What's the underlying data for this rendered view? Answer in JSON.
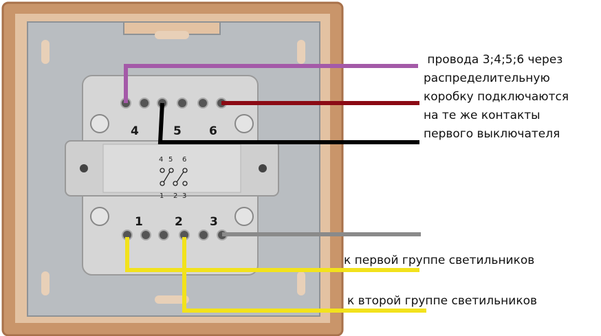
{
  "terminals": {
    "top": [
      "4",
      "5",
      "6"
    ],
    "bottom": [
      "1",
      "2",
      "3"
    ]
  },
  "schematic": {
    "top": [
      "4",
      "5",
      "6"
    ],
    "bottom": [
      "1",
      "2",
      "3"
    ]
  },
  "annotation": {
    "lines": [
      " провода 3;4;5;6 через",
      "распределительную",
      "коробку подключаются",
      "на те же контакты",
      "первого выключателя"
    ],
    "first_group": "к первой группе светильников",
    "second_group": "к второй группе светильников"
  },
  "colors": {
    "frame": "#c9956a",
    "plate": "#b8bcc0",
    "body": "#d9d9d9",
    "wire_purple": "#a45aa8",
    "wire_darkred": "#8b0a14",
    "wire_black": "#000000",
    "wire_gray": "#8a8a8a",
    "wire_yellow": "#f2e21c"
  }
}
